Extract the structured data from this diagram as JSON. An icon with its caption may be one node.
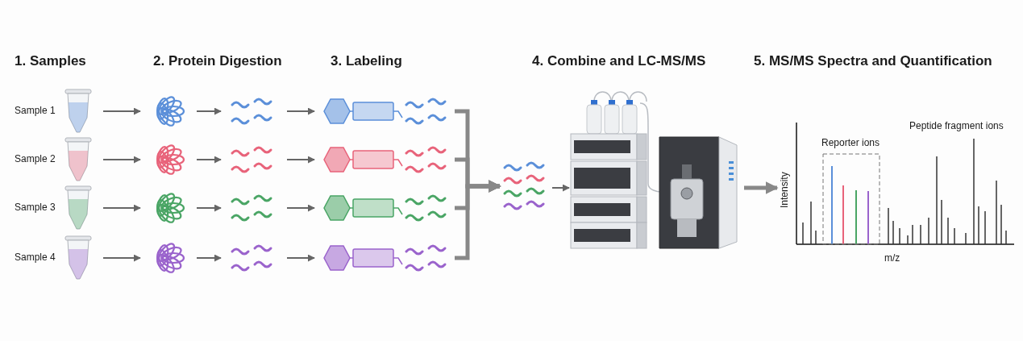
{
  "diagram": {
    "nodes": [
      {
        "text": [],
        "shape": "picture",
        "beside": [
          "Sample 1"
        ]
      },
      {
        "text": [],
        "shape": "picture"
      },
      {
        "text": [],
        "shape": "picture"
      },
      {
        "text": [],
        "shape": "picture"
      },
      {
        "text": [],
        "shape": "picture"
      },
      {
        "text": [],
        "shape": "picture",
        "beside": [
          "Sample 2"
        ]
      },
      {
        "text": [],
        "shape": "picture"
      },
      {
        "text": [],
        "shape": "picture"
      },
      {
        "text": [],
        "shape": "picture"
      },
      {
        "text": [],
        "shape": "picture"
      },
      {
        "text": [],
        "shape": "picture",
        "beside": [
          "Sample 3"
        ]
      },
      {
        "text": [],
        "shape": "picture"
      },
      {
        "text": [],
        "shape": "picture"
      },
      {
        "text": [],
        "shape": "picture"
      },
      {
        "text": [],
        "shape": "picture"
      },
      {
        "text": [],
        "shape": "picture",
        "beside": [
          "Sample 4"
        ]
      },
      {
        "text": [],
        "shape": "picture"
      },
      {
        "text": [],
        "shape": "picture"
      },
      {
        "text": [],
        "shape": "picture"
      },
      {
        "text": [],
        "shape": "picture"
      },
      {
        "text": [],
        "shape": "picture"
      },
      {
        "text": [],
        "shape": "picture"
      },
      {
        "text": [],
        "shape": "picture"
      }
    ],
    "edges": [
      {
        "from": 0,
        "to": 1,
        "arrow": "to"
      },
      {
        "from": 1,
        "to": 2,
        "arrow": "to"
      },
      {
        "from": 2,
        "to": 3,
        "arrow": "to"
      },
      {
        "from": 5,
        "to": 6,
        "arrow": "to"
      },
      {
        "from": 6,
        "to": 7,
        "arrow": "to"
      },
      {
        "from": 7,
        "to": 8,
        "arrow": "to"
      },
      {
        "from": 10,
        "to": 11,
        "arrow": "to"
      },
      {
        "from": 11,
        "to": 12,
        "arrow": "to"
      },
      {
        "from": 12,
        "to": 13,
        "arrow": "to"
      },
      {
        "from": 15,
        "to": 16,
        "arrow": "to"
      },
      {
        "from": 16,
        "to": 17,
        "arrow": "to"
      },
      {
        "from": 17,
        "to": 18,
        "arrow": "to"
      },
      {
        "from": 4,
        "to": 20,
        "arrow": "to",
        "style": "thick"
      },
      {
        "from": 9,
        "to": 20,
        "arrow": "to",
        "style": "thick"
      },
      {
        "from": 14,
        "to": 20,
        "arrow": "to",
        "style": "thick"
      },
      {
        "from": 19,
        "to": 20,
        "arrow": "to",
        "style": "thick"
      },
      {
        "from": 20,
        "to": 21,
        "arrow": "to"
      },
      {
        "from": 21,
        "to": 22,
        "arrow": "to",
        "style": "thick"
      }
    ],
    "labels": [
      "1. Samples",
      "2. Protein Digestion",
      "3. Labeling",
      "4. Combine and LC-MS/MS",
      "5. MS/MS Spectra and Quantification",
      "Peptide fragment ions",
      "Reporter ions",
      "Intensity",
      "m/z"
    ]
  }
}
